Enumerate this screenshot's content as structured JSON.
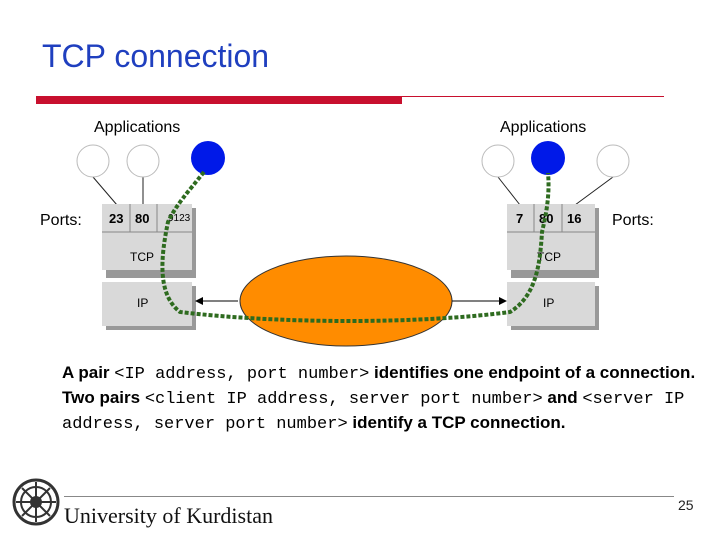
{
  "slide": {
    "title": "TCP connection",
    "page_number": "25",
    "footer_university": "University of Kurdistan"
  },
  "diagram": {
    "left_host": {
      "applications_label": "Applications",
      "ports_label": "Ports:",
      "ports": [
        "23",
        "80",
        "9123"
      ],
      "tcp_label": "TCP",
      "ip_label": "IP"
    },
    "right_host": {
      "applications_label": "Applications",
      "ports_label": "Ports:",
      "ports": [
        "7",
        "80",
        "16"
      ],
      "tcp_label": "TCP",
      "ip_label": "IP"
    },
    "colors": {
      "active_app": "#0019e8",
      "network": "#ff8c00",
      "connection": "#2e6b1f",
      "layer_box": "#d9d9d9"
    }
  },
  "body": {
    "line1_pre": "A pair ",
    "line1_mono": "<IP address, port number>",
    "line1_post": " identifies one endpoint of a connection.",
    "line2_pre": "Two pairs ",
    "line2_mono1": "<client IP address, server port number>",
    "line2_mid": " and ",
    "line2_mono2": "<server IP address, server port number>",
    "line2_post": " identify a TCP connection."
  }
}
